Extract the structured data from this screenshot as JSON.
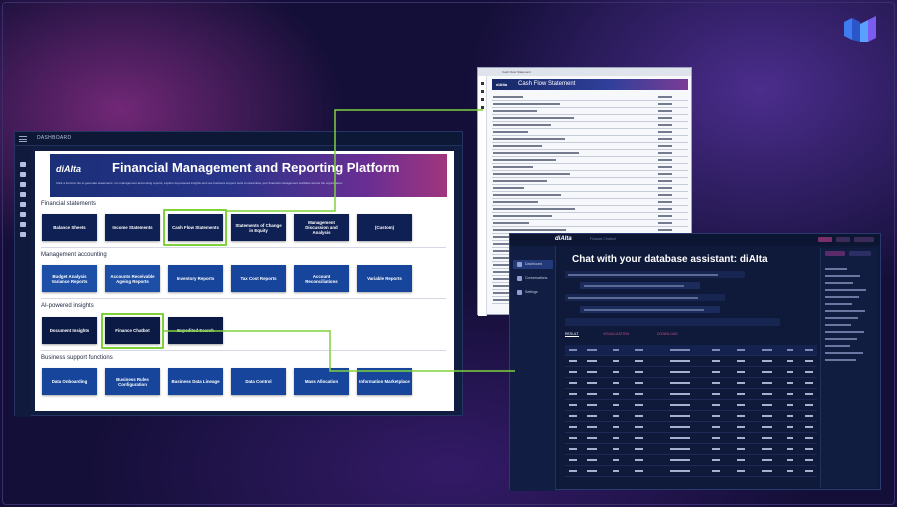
{
  "main_window": {
    "topbar_label": "DASHBOARD",
    "banner": {
      "logo": "diAIta",
      "title": "Financial Management and Reporting Platform",
      "description": "Click a function tile to generate statements, run management accounting reports, explore AI-powered insights and use business support tools to streamline your financial management workflow across the organisation."
    },
    "sections": [
      {
        "title": "Financial statements",
        "tiles": [
          "Balance Sheets",
          "Income Statements",
          "Cash Flow Statements",
          "Statements of Change in Equity",
          "Management Discussion and Analysis",
          "(Custom)"
        ]
      },
      {
        "title": "Management accounting",
        "tiles": [
          "Budget Analysis Variance Reports",
          "Accounts Receivable Ageing Reports",
          "Inventory Reports",
          "Tax Cost Reports",
          "Account Reconciliations",
          "Variable Reports"
        ]
      },
      {
        "title": "AI-powered insights",
        "tiles": [
          "Document Insights",
          "Finance Chatbot",
          "Expedited Search"
        ]
      },
      {
        "title": "Business support functions",
        "tiles": [
          "Data Onboarding",
          "Business Rules Configuration",
          "Business Data Lineage",
          "Data Control",
          "Mass Allocation",
          "Information Marketplace"
        ]
      }
    ]
  },
  "document_window": {
    "logo": "diAIta",
    "title": "Cash Flow Statement",
    "topbar_label": "Cash Flow Statement"
  },
  "chat_window": {
    "logo": "diAIta",
    "breadcrumb": "Finance Chatbot",
    "title": "Chat with your database assistant: diAIta",
    "nav": [
      "Dashboard",
      "Conversations",
      "Settings"
    ],
    "tabs": [
      "RESULT",
      "VISUALIZATION",
      "DOWNLOAD"
    ]
  },
  "colors": {
    "background": "#140f38",
    "highlight": "#7fd13c",
    "tile": "#0e2054",
    "accent_pink": "#c14d86"
  },
  "icons": [
    "brand-logo-icon",
    "menu-icon",
    "home-icon",
    "chart-icon",
    "settings-icon"
  ]
}
